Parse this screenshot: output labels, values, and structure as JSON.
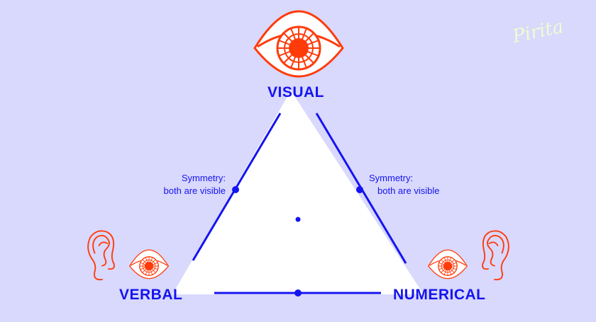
{
  "logo": "Pirita",
  "vertices": {
    "top": "VISUAL",
    "left": "VERBAL",
    "right": "NUMERICAL"
  },
  "edge_notes": {
    "left": {
      "line1": "Symmetry:",
      "line2": "both are visible"
    },
    "right": {
      "line1": "Symmetry:",
      "line2": "both are visible"
    }
  },
  "colors": {
    "background": "#d9d8fd",
    "accent": "#1414f0",
    "icon": "#ff3b0a",
    "triangle": "#ffffff"
  }
}
